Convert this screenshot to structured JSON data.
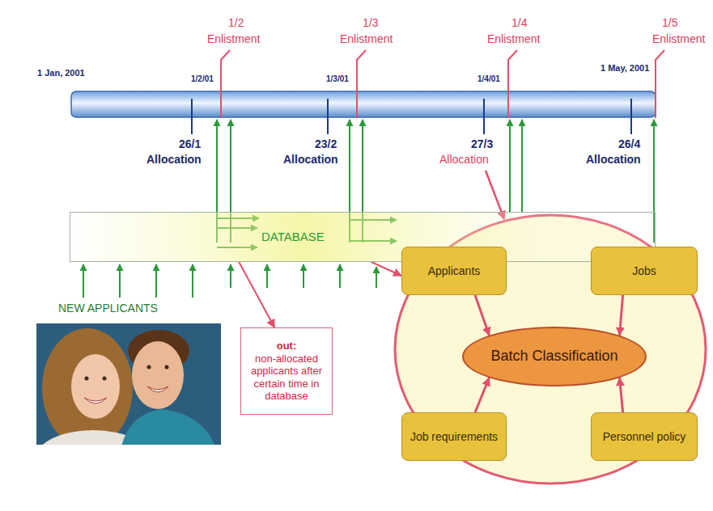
{
  "diagram": {
    "nodes": [
      {
        "text": [
          "DATABASE"
        ]
      },
      {
        "text": [
          "out:",
          "non-allocated applicants after certain time in database"
        ]
      },
      {
        "text": [
          "Applicants"
        ]
      },
      {
        "text": [
          "Jobs"
        ]
      },
      {
        "text": [
          "Batch Classification"
        ]
      },
      {
        "text": [
          "Job requirements"
        ]
      },
      {
        "text": [
          "Personnel policy"
        ]
      }
    ],
    "edges": [
      {
        "from": 0,
        "to": 1,
        "arrow": "to"
      },
      {
        "from": 0,
        "to": 2,
        "arrow": "to"
      },
      {
        "from": 2,
        "to": 4,
        "arrow": "to"
      },
      {
        "from": 3,
        "to": 4,
        "arrow": "to"
      },
      {
        "from": 5,
        "to": 4,
        "arrow": "to"
      },
      {
        "from": 6,
        "to": 4,
        "arrow": "to"
      }
    ],
    "labels": [
      "1 Jan, 2001",
      "1 May, 2001",
      "1/2",
      "Enlistment",
      "1/3",
      "Enlistment",
      "1/4",
      "Enlistment",
      "1/5",
      "Enlistment",
      "1/2/01",
      "1/3/01",
      "1/4/01",
      "26/1",
      "Allocation",
      "23/2",
      "Allocation",
      "27/3",
      "Allocation",
      "26/4",
      "Allocation",
      "NEW APPLICANTS"
    ]
  }
}
